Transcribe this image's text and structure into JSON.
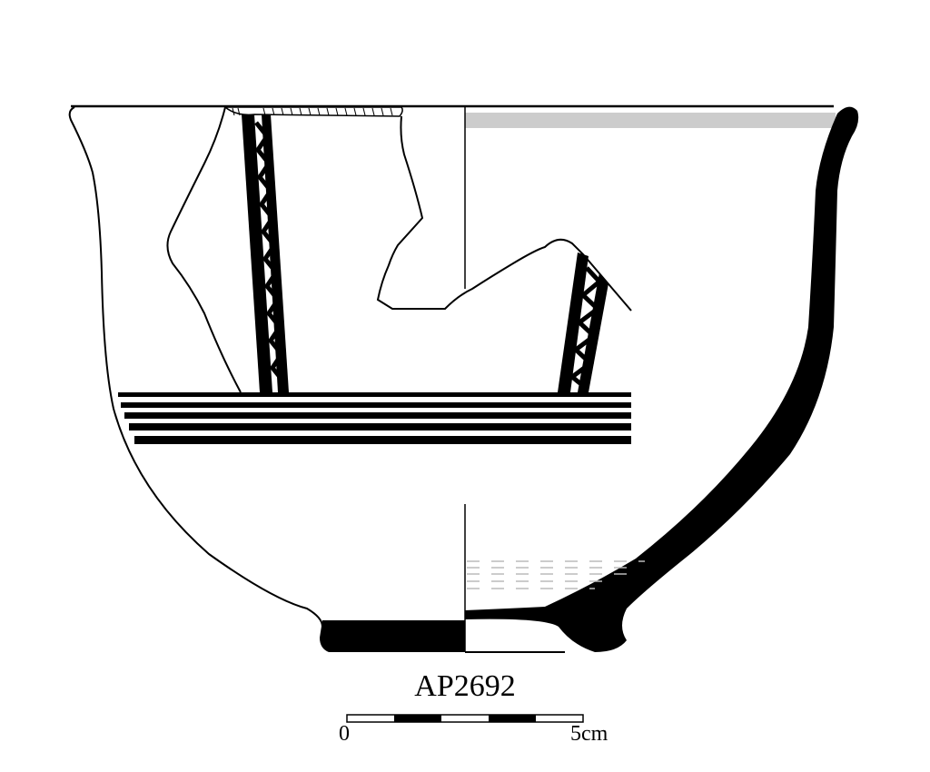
{
  "drawing": {
    "catalog_id": "AP2692",
    "type": "pottery profile drawing",
    "colors": {
      "ink": "#000000",
      "slip_band": "#cccccc",
      "wheel_marks": "#bbbbbb",
      "background": "#ffffff"
    }
  },
  "scale_bar": {
    "start_label": "0",
    "end_label": "5cm",
    "segments": 5,
    "pattern": [
      "white",
      "black",
      "white",
      "black",
      "white"
    ]
  },
  "decoration": {
    "horizontal_bands": 5,
    "zigzag_panels": 2
  }
}
